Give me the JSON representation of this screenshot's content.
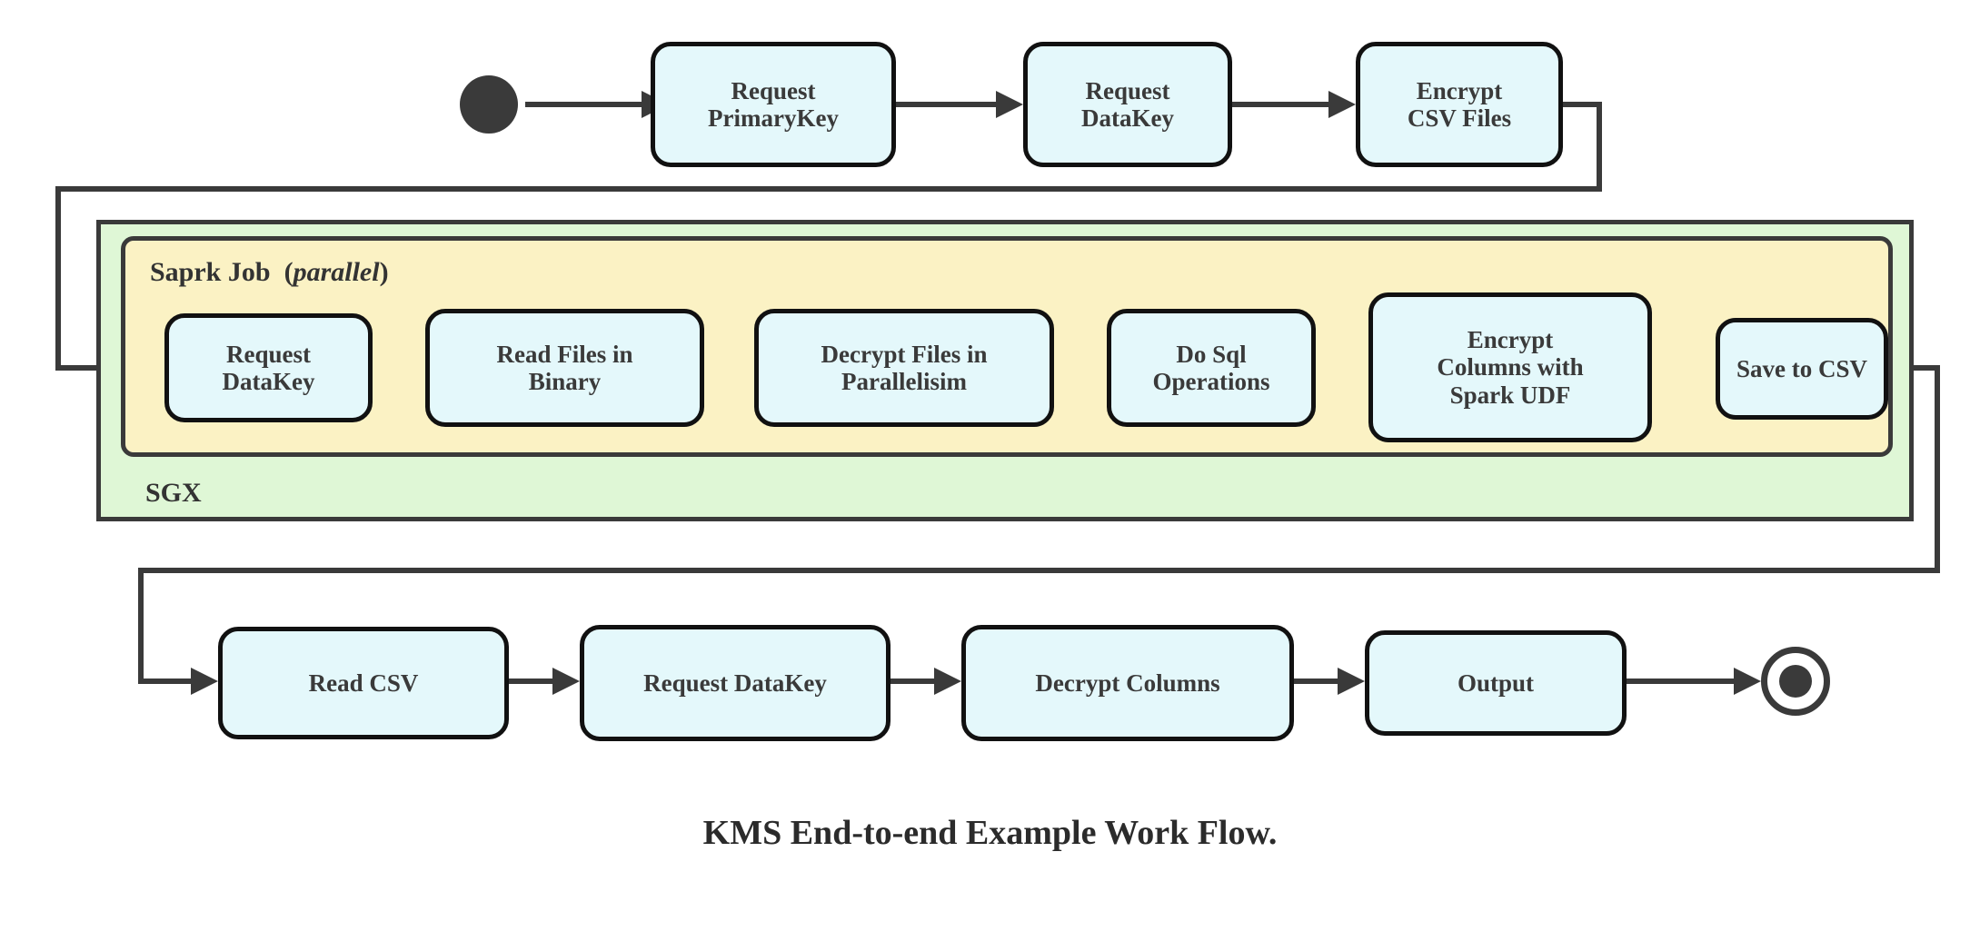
{
  "diagram": {
    "caption": "KMS End-to-end Example Work Flow.",
    "colors": {
      "node_fill": "#e4f8fb",
      "node_stroke": "#111111",
      "sgx_fill": "#dff7d6",
      "spark_fill": "#fbf2c4",
      "edge_stroke": "#3a3a3a",
      "text": "#3a3a3a",
      "background": "#ffffff"
    },
    "start_marker": "filled-circle-start-node",
    "end_marker": "ringed-circle-end-node",
    "containers": [
      {
        "id": "sgx",
        "label": "SGX",
        "label_position": "bottom-left"
      },
      {
        "id": "spark-job",
        "label_main": "Saprk Job",
        "label_paren_open": "(",
        "label_paren_italic": "parallel",
        "label_paren_close": ")",
        "label_position": "top-left"
      }
    ],
    "rows": [
      {
        "id": "row-top",
        "nodes": [
          {
            "id": "request-primarykey",
            "label": "Request\nPrimaryKey"
          },
          {
            "id": "request-datakey-top",
            "label": "Request\nDataKey"
          },
          {
            "id": "encrypt-csv-files",
            "label": "Encrypt\nCSV Files"
          }
        ]
      },
      {
        "id": "row-spark",
        "nodes": [
          {
            "id": "request-datakey-spark",
            "label": "Request\nDataKey"
          },
          {
            "id": "read-files-in-binary",
            "label": "Read Files in\nBinary"
          },
          {
            "id": "decrypt-files-in-parallelisim",
            "label": "Decrypt Files in\nParallelisim"
          },
          {
            "id": "do-sql-operations",
            "label": "Do Sql\nOperations"
          },
          {
            "id": "encrypt-columns-with-spark-udf",
            "label": "Encrypt\nColumns with\nSpark UDF"
          },
          {
            "id": "save-to-csv",
            "label": "Save to CSV"
          }
        ]
      },
      {
        "id": "row-bottom",
        "nodes": [
          {
            "id": "read-csv",
            "label": "Read CSV"
          },
          {
            "id": "request-datakey-bottom",
            "label": "Request DataKey"
          },
          {
            "id": "decrypt-columns",
            "label": "Decrypt Columns"
          },
          {
            "id": "output",
            "label": "Output"
          }
        ]
      }
    ]
  }
}
